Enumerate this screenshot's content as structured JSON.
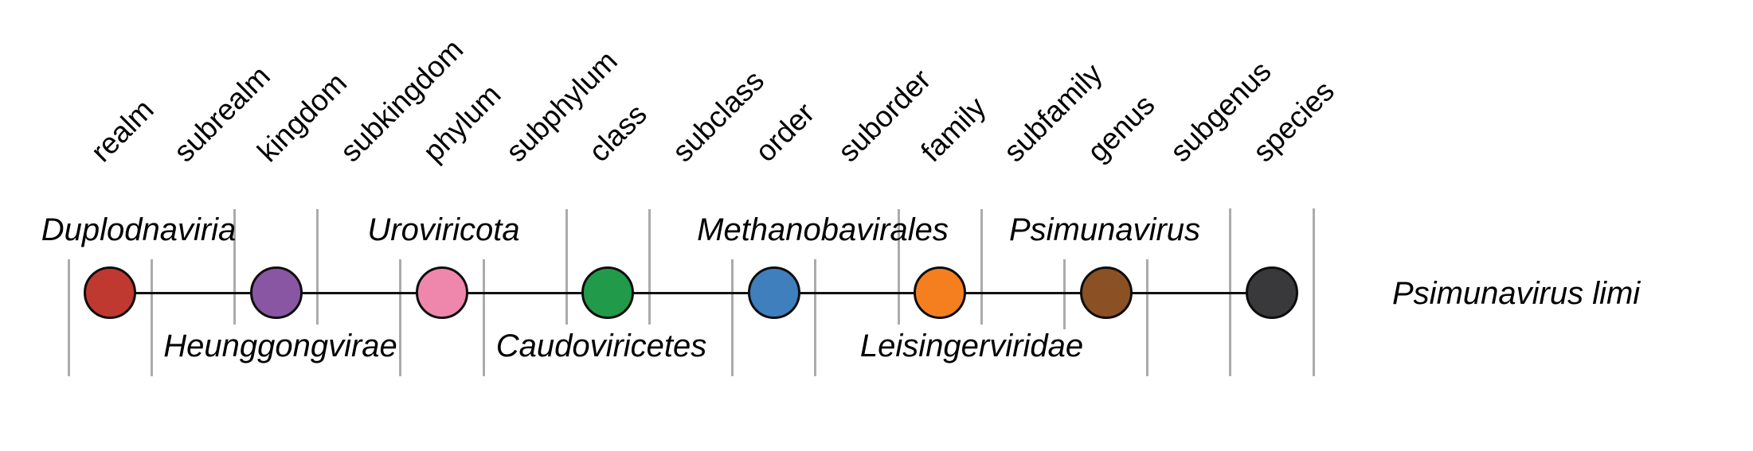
{
  "diagram": {
    "description": "virus taxonomy rank lineage",
    "ranks": [
      {
        "rank": "realm",
        "taxon": "Duplodnaviria",
        "taxon_position": "above",
        "circle_color": "#c03930"
      },
      {
        "rank": "subrealm"
      },
      {
        "rank": "kingdom",
        "taxon": "Heunggongvirae",
        "taxon_position": "below",
        "circle_color": "#8956a3"
      },
      {
        "rank": "subkingdom"
      },
      {
        "rank": "phylum",
        "taxon": "Uroviricota",
        "taxon_position": "above",
        "circle_color": "#ef86ac"
      },
      {
        "rank": "subphylum"
      },
      {
        "rank": "class",
        "taxon": "Caudoviricetes",
        "taxon_position": "below",
        "circle_color": "#219a4a"
      },
      {
        "rank": "subclass"
      },
      {
        "rank": "order",
        "taxon": "Methanobavirales",
        "taxon_position": "above",
        "circle_color": "#3f7fbd"
      },
      {
        "rank": "suborder"
      },
      {
        "rank": "family",
        "taxon": "Leisingerviridae",
        "taxon_position": "below",
        "circle_color": "#f57f1f"
      },
      {
        "rank": "subfamily"
      },
      {
        "rank": "genus",
        "taxon": "Psimunavirus",
        "taxon_position": "above",
        "circle_color": "#8b5023"
      },
      {
        "rank": "subgenus"
      },
      {
        "rank": "species",
        "taxon": "Psimunavirus limi",
        "taxon_position": "right",
        "circle_color": "#39383a"
      }
    ],
    "line_color": "#111111",
    "tick_color": "#ababab"
  }
}
